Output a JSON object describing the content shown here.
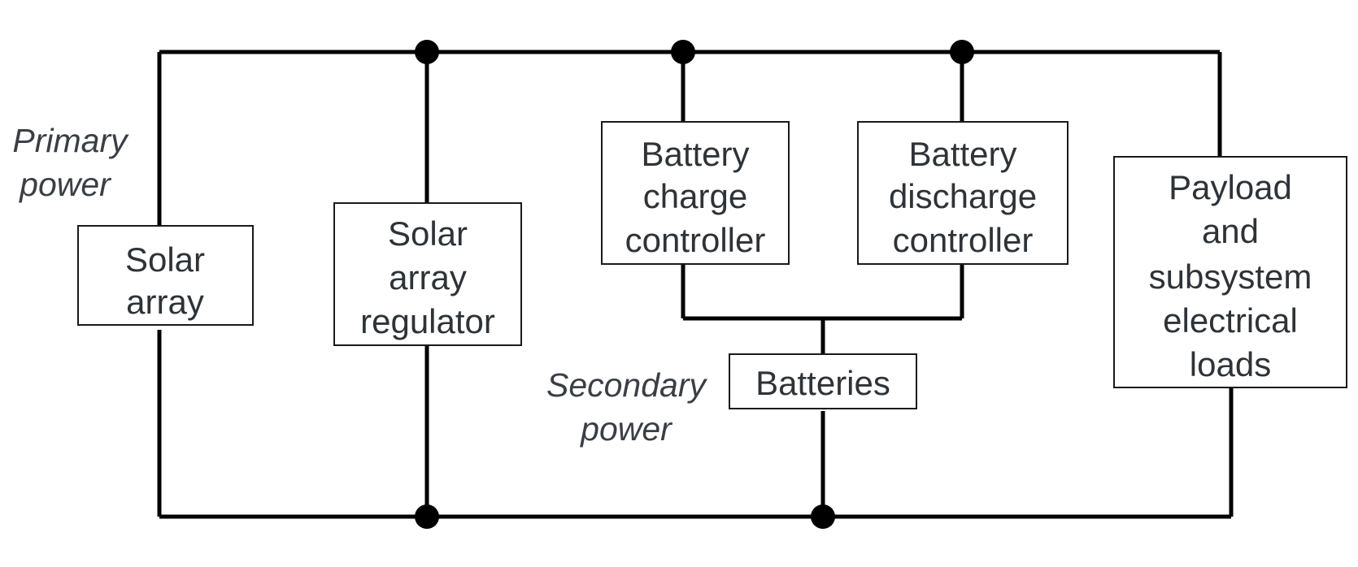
{
  "blocks": {
    "solar_array": [
      "Solar",
      "array"
    ],
    "solar_array_regulator": [
      "Solar",
      "array",
      "regulator"
    ],
    "battery_charge_controller": [
      "Battery",
      "charge",
      "controller"
    ],
    "battery_discharge_controller": [
      "Battery",
      "discharge",
      "controller"
    ],
    "payload_loads": [
      "Payload",
      "and",
      "subsystem",
      "electrical",
      "loads"
    ],
    "batteries": [
      "Batteries"
    ]
  },
  "labels": {
    "primary_power": [
      "Primary",
      "power"
    ],
    "secondary_power": [
      "Secondary",
      "power"
    ]
  },
  "colors": {
    "wire": "#000000",
    "box_border": "#1a1a1a",
    "text": "#2e3338",
    "label_text": "#3a3f45"
  }
}
